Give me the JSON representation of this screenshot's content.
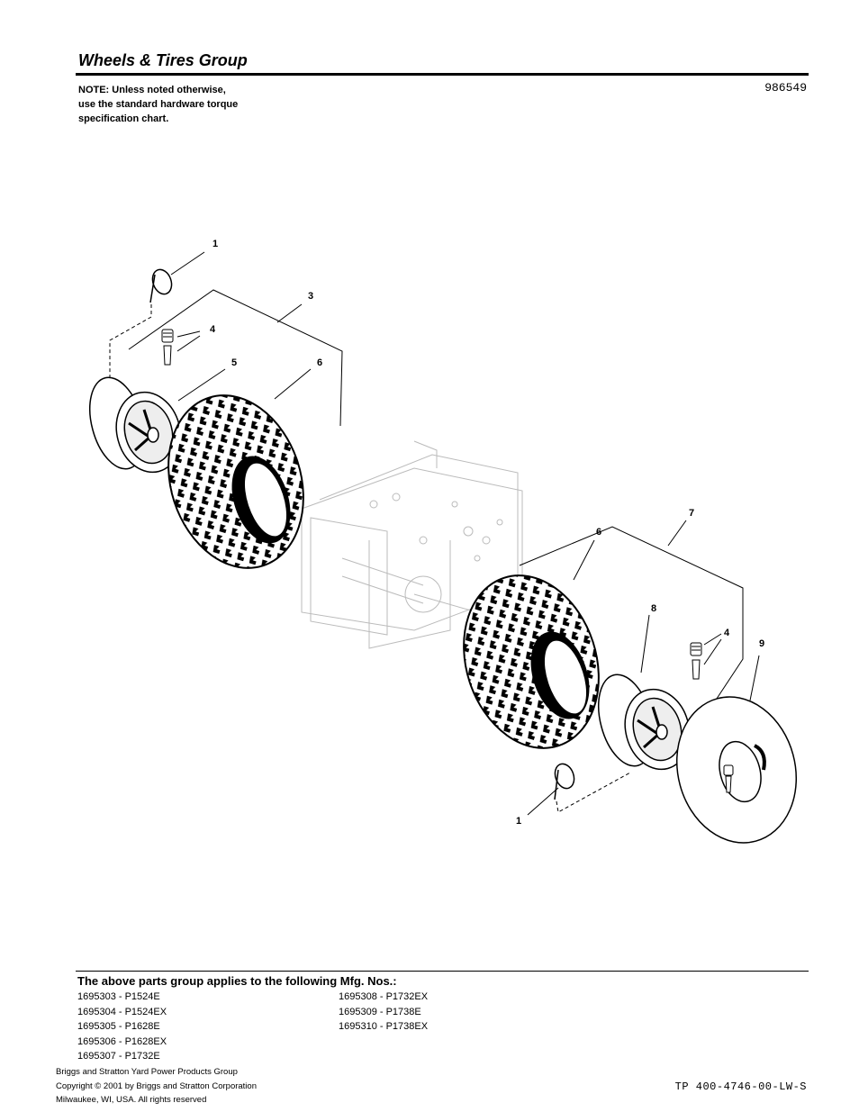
{
  "header": {
    "title": "Wheels & Tires Group",
    "note_lines": [
      "NOTE: Unless noted otherwise,",
      "use the standard hardware torque",
      "specification chart."
    ],
    "drawing_number": "986549"
  },
  "callouts": {
    "c1_top": "1",
    "c3": "3",
    "c4_top": "4",
    "c5": "5",
    "c6_top": "6",
    "c7": "7",
    "c6_bottom": "6",
    "c8": "8",
    "c4_bottom": "4",
    "c9": "9",
    "c1_bottom": "1"
  },
  "applicability": {
    "heading": "The above parts group applies to the following Mfg. Nos.:",
    "column1": [
      "1695303 - P1524E",
      "1695304 - P1524EX",
      "1695305 - P1628E",
      "1695306 - P1628EX",
      "1695307 - P1732E"
    ],
    "column2": [
      "1695308 - P1732EX",
      "1695309 - P1738E",
      "1695310 - P1738EX"
    ]
  },
  "footer": {
    "company": "Briggs and Stratton Yard Power Products Group",
    "copyright": "Copyright ©  2001 by Briggs and Stratton Corporation",
    "location": "Milwaukee, WI, USA. All rights reserved",
    "tp_number": "TP 400-4746-00-LW-S"
  }
}
